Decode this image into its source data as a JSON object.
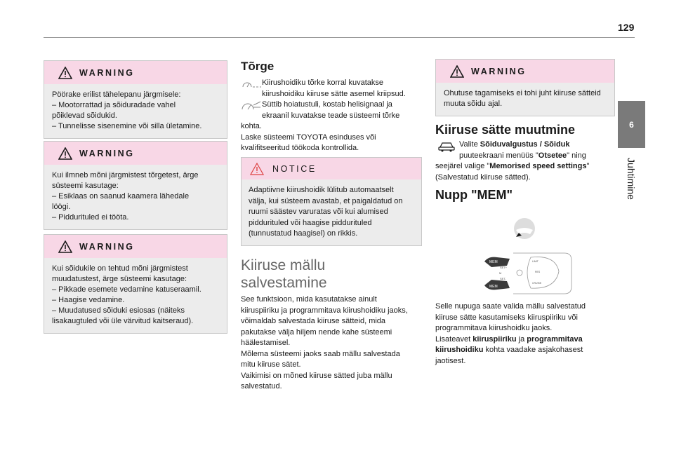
{
  "page": {
    "number": "129"
  },
  "side_tab": {
    "number": "6",
    "label": "Juhtimine"
  },
  "warnings": [
    {
      "title": "WARNING",
      "lines": [
        "Pöörake erilist tähelepanu järgmisele:",
        "– Mootorrattad ja sõiduradade vahel",
        "põiklevad sõidukid.",
        "– Tunnelisse sisenemine või silla ületamine."
      ]
    },
    {
      "title": "WARNING",
      "lines": [
        "Kui ilmneb mõni järgmistest tõrgetest, ärge",
        "süsteemi kasutage:",
        "– Esiklaas on saanud kaamera lähedale",
        "löögi.",
        "– Piddurituled ei tööta."
      ]
    },
    {
      "title": "WARNING",
      "lines": [
        "Kui sõidukile on tehtud mõni järgmistest",
        "muudatustest, ärge süsteemi kasutage:",
        "– Pikkade esemete vedamine katuseraamil.",
        "– Haagise vedamine.",
        "– Muudatused sõiduki esiosas (näiteks",
        "lisakaugtuled või üle värvitud kaitseraud)."
      ]
    },
    {
      "title": "WARNING",
      "lines": [
        "Ohutuse tagamiseks ei tohi juht kiiruse sätteid",
        "muuta sõidu ajal."
      ]
    }
  ],
  "torge": {
    "heading": "Tõrge",
    "icon1_lines": [
      "Kiirushoidiku tõrke korral kuvatakse",
      "kiirushoidiku kiiruse sätte asemel kriipsud."
    ],
    "icon2_lines": [
      "Süttib hoiatustuli, kostab helisignaal ja",
      "ekraanil kuvatakse teade süsteemi tõrke"
    ],
    "after_lines": [
      "kohta.",
      "Laske süsteemi TOYOTA esinduses või",
      "kvalifitseeritud töökoda kontrollida."
    ]
  },
  "notice": {
    "title": "NOTICE",
    "lines": [
      "Adaptiivne kiirushoidik lülitub automaatselt",
      "välja, kui süsteem avastab, et paigaldatud on",
      "ruumi säästev varuratas või kui alumised",
      "piddurituled või haagise piddurituled",
      "(tunnustatud haagisel) on rikkis."
    ]
  },
  "storage": {
    "heading_lines": [
      "Kiiruse mällu",
      "salvestamine"
    ],
    "lines": [
      "See funktsioon, mida kasutatakse ainult",
      "kiiruspiiriku ja programmitava kiirushoidiku jaoks,",
      "võimaldab salvestada kiiruse sätteid, mida",
      "pakutakse välja hiljem nende kahe süsteemi",
      "häälestamisel.",
      "Mõlema süsteemi jaoks saab mällu salvestada",
      "mitu kiiruse sätet.",
      "Vaikimisi on mõned kiiruse sätted juba mällu",
      "salvestatud."
    ]
  },
  "change": {
    "heading": "Kiiruse sätte muutmine",
    "intro": "Valite ",
    "bold1": "Sõiduvalgustus / Sõiduk",
    "line2_text": "puuteekraani menüüs \"",
    "bold2": "Otsetee",
    "line2_end": "\" ning",
    "line3_start": "seejärel valige \"",
    "bold3": "Memorised speed settings",
    "line3_end": "\"",
    "line4": "(Salvestatud kiiruse sätted)."
  },
  "mem": {
    "heading": "Nupp \"MEM\"",
    "lines": [
      "Selle nupuga saate valida mällu salvestatud",
      "kiiruse sätte kasutamiseks kiiruspiiriku või",
      "programmitava kiirushoidku jaoks."
    ],
    "ref_start": "Lisateavet ",
    "ref_bold1": "kiiruspiiriku",
    "ref_mid": " ja ",
    "ref_bold2": "programmitava",
    "ref_bold3": "kiirushoidiku",
    "ref_end": " kohta vaadake asjakohasest",
    "ref_last": "jaotisest.",
    "diagram_labels": {
      "mem_top": "MEM",
      "mem_bottom": "MEM",
      "set_plus": "SET+",
      "set_minus": "SET-",
      "res": "RES",
      "cruise": "CRUISE",
      "limit": "LIMIT",
      "m": "M"
    }
  },
  "colors": {
    "warning_header": "#f8d7e6",
    "box_bg": "#ececec",
    "tab_bg": "#7a7a7a"
  }
}
